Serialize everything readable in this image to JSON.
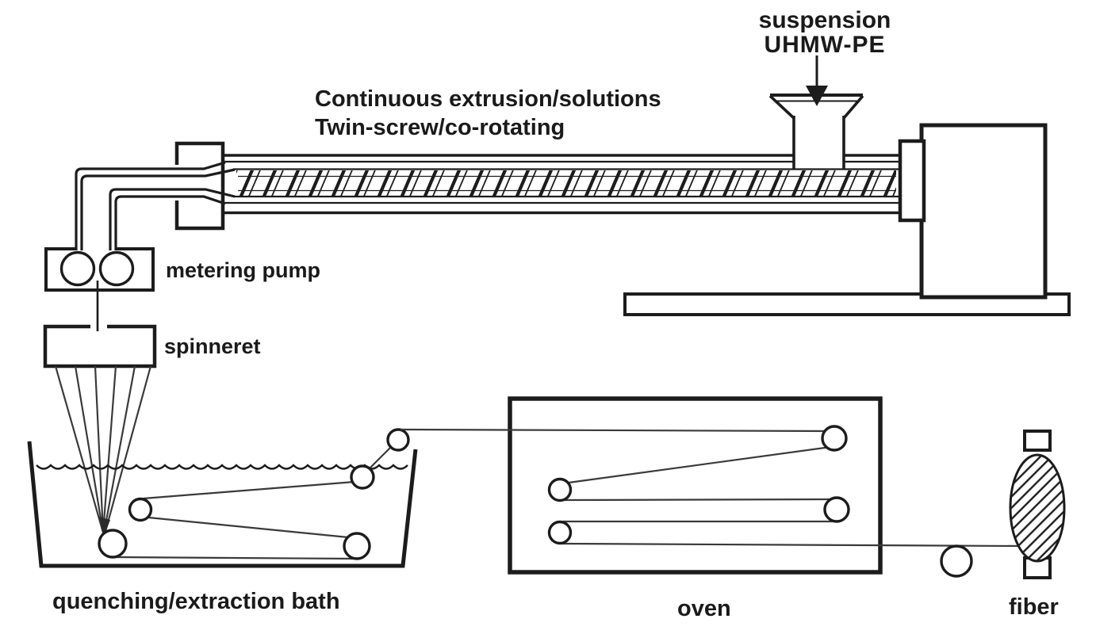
{
  "figure": {
    "background_color": "#ffffff",
    "ink_color": "#1c1c1c",
    "thread_color": "#3a3a3a",
    "feed": {
      "line1": "suspension",
      "line2": "UHMW-PE"
    },
    "extruder_caption": {
      "line1": "Continuous extrusion/solutions",
      "line2": "Twin-screw/co-rotating"
    },
    "labels": {
      "metering_pump": "metering pump",
      "spinneret": "spinneret",
      "quench_bath": "quenching/extraction bath",
      "oven": "oven",
      "fiber": "fiber"
    }
  }
}
